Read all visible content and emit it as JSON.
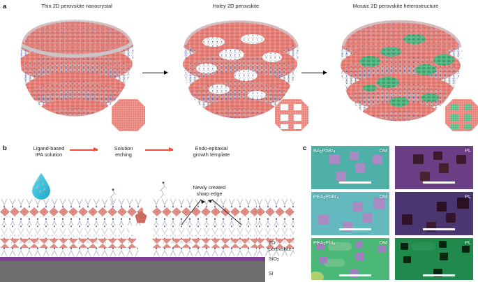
{
  "figure": {
    "panels": [
      {
        "letter": "a"
      },
      {
        "letter": "b"
      },
      {
        "letter": "c"
      }
    ]
  },
  "panel_a": {
    "letter": "a",
    "captions": [
      "Thin 2D perovskite nanocrystal",
      "Holey 2D perovskite",
      "Mosaic 2D perovskite heterostructure"
    ],
    "colors": {
      "perovskite": "#e8877f",
      "perovskite_dark": "#d2625c",
      "guest_green": "#5bbf8a",
      "guest_green_dark": "#3f9e6c",
      "ligand": "#b9bcc2",
      "nitrogen": "#3b4fa0",
      "arrow": "#000000"
    }
  },
  "panel_b": {
    "letter": "b",
    "steps": [
      "Ligand-based\nIPA solution",
      "Solution\netching",
      "Endo-epitaxial\ngrowth template"
    ],
    "step_lines": [
      [
        "Ligand-based",
        "IPA solution"
      ],
      [
        "Solution",
        "etching"
      ],
      [
        "Endo-epitaxial",
        "growth template"
      ]
    ],
    "annotation": [
      "Newly created",
      "sharp edge"
    ],
    "layer_labels": {
      "perovskite_l1": "2D",
      "perovskite_l2": "perovskite",
      "oxide": "SiO",
      "oxide_sub": "2",
      "substrate": "Si"
    },
    "colors": {
      "arrow": "#e8503a",
      "droplet": "#3fc0d8",
      "droplet_dark": "#2aa8c4",
      "oxide": "#7c3f8f",
      "substrate": "#6f6f6f",
      "perovskite": "#e08d86"
    }
  },
  "panel_c": {
    "letter": "c",
    "rows": [
      {
        "material_html": "BA<sub>2</sub>PbBr<sub>4</sub>",
        "om_tag": "OM",
        "pl_tag": "PL",
        "om_bg": "#4fb0a7",
        "om_square": "#a98bc4",
        "pl_bg": "#6b3f86",
        "pl_square": "#3b1b2c"
      },
      {
        "material_html": "PEA<sub>2</sub>PbBr<sub>4</sub>",
        "om_tag": "OM",
        "pl_tag": "PL",
        "om_bg": "#63b9bd",
        "om_square": "#a98bc4",
        "pl_bg": "#4a3670",
        "pl_square": "#2a1022"
      },
      {
        "material_html": "PEA<sub>2</sub>PbI<sub>4</sub>",
        "om_tag": "OM",
        "pl_tag": "PL",
        "om_bg": "#4cb877",
        "om_square": "#9f7fbe",
        "pl_bg": "#1f8a4c",
        "pl_square": "#04240f"
      }
    ],
    "scalebar_color": "#ffffff"
  }
}
